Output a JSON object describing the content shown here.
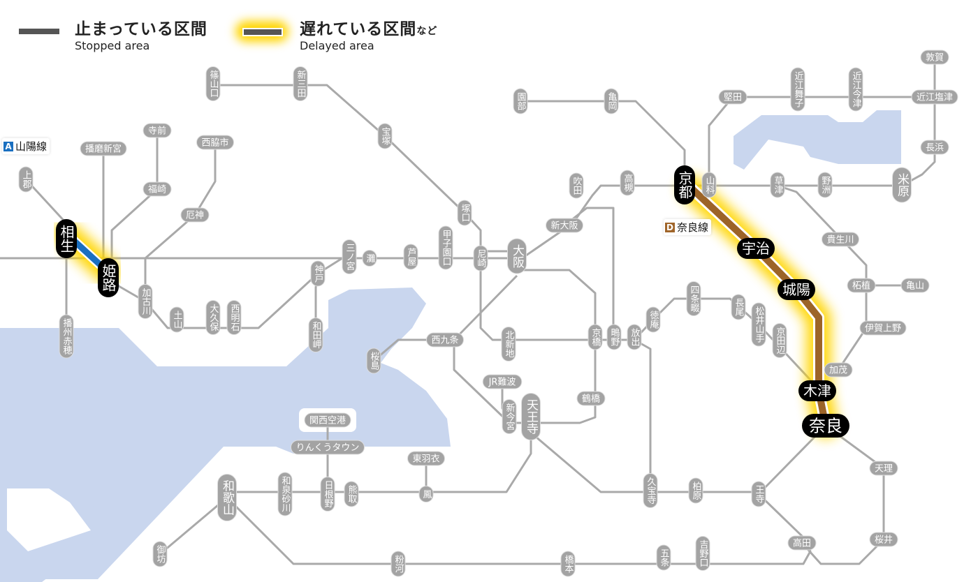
{
  "legend": {
    "stopped": {
      "ja": "止まっている区間",
      "en": "Stopped area"
    },
    "delayed": {
      "ja": "遅れている区間",
      "suffix": "など",
      "en": "Delayed area"
    }
  },
  "lines": [
    {
      "code": "A",
      "name": "山陽線",
      "color": "#1a6fc0"
    },
    {
      "code": "D",
      "name": "奈良線",
      "color": "#a0652a"
    }
  ],
  "colors": {
    "track": "#a9a9a9",
    "water": "#c9d6ee",
    "stopped": "#555555",
    "delayed_glow": "#ffd500",
    "sanyo": "#1a6fc0",
    "nara": "#9c6428"
  },
  "stations": {
    "sasayamaguchi": "篠山口",
    "shinsanda": "新三田",
    "takarazuka": "宝塚",
    "tsukaguchi": "塚口",
    "amagasaki": "尼崎",
    "koshienguchi": "甲子園口",
    "ashiya": "芦屋",
    "nada": "灘",
    "sannomiya": "三ノ宮",
    "kobe": "神戸",
    "wadamisaki": "和田岬",
    "nishiakashi": "西明石",
    "okubo": "大久保",
    "tsuchiyama": "土山",
    "kakogawa": "加古川",
    "yakujin": "厄神",
    "nishiwakishi": "西脇市",
    "teramae": "寺前",
    "fukusaki": "福崎",
    "harimashingu": "播磨新宮",
    "kamigori": "上郡",
    "banshuako": "播州赤穂",
    "aioi": "相生",
    "himeji": "姫路",
    "sonobe": "園部",
    "kameoka": "亀岡",
    "takatsuki": "高槻",
    "suita": "吹田",
    "shinosaka": "新大阪",
    "osaka": "大阪",
    "nishikujo": "西九条",
    "sakurajima": "桜島",
    "kitashinchi": "北新地",
    "kyobashi": "京橋",
    "shigino": "鴫野",
    "hanaten": "放出",
    "tokuan": "徳庵",
    "shijonawate": "四条畷",
    "nagao": "長尾",
    "matsuiyamate": "松井山手",
    "kyotanabe": "京田辺",
    "jrnamba": "JR難波",
    "shinimamiya": "新今宮",
    "tennoji": "天王寺",
    "tsuruhashi": "鶴橋",
    "kansaiairport": "関西空港",
    "rinkutown": "りんくうタウン",
    "hineno": "日根野",
    "kumatori": "熊取",
    "izumisunagawa": "和泉砂川",
    "higashihagoromo": "東羽衣",
    "otori": "鳳",
    "wakayama": "和歌山",
    "gobo": "御坊",
    "kokawa": "粉河",
    "hashimoto": "橋本",
    "gojo": "五条",
    "yoshinoguchi": "吉野口",
    "kyuhoji": "久宝寺",
    "kashiwara": "柏原",
    "oji": "王寺",
    "takada": "高田",
    "sakurai": "桜井",
    "tenri": "天理",
    "nara": "奈良",
    "kizu": "木津",
    "kamo": "加茂",
    "igaueno": "伊賀上野",
    "tsuge": "柘植",
    "kameyama": "亀山",
    "kibukawa": "貴生川",
    "joyo": "城陽",
    "uji": "宇治",
    "kyoto": "京都",
    "yamashina": "山科",
    "katata": "堅田",
    "omimaiko": "近江舞子",
    "omiimazu": "近江今津",
    "tsuruga": "敦賀",
    "omishiotsu": "近江塩津",
    "nagahama": "長浜",
    "maibara": "米原",
    "yasu": "野洲",
    "kusatsu": "草津"
  }
}
